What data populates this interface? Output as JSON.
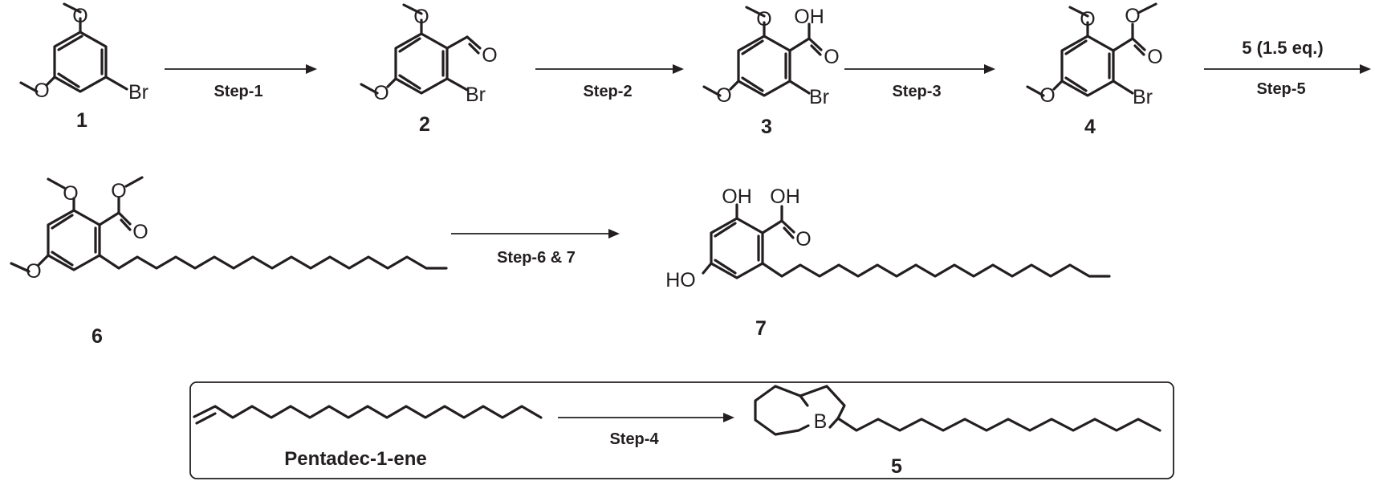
{
  "compounds": [
    {
      "label": "1",
      "atoms": {
        "br": "Br"
      }
    },
    {
      "label": "2",
      "atoms": {
        "br": "Br"
      }
    },
    {
      "label": "3",
      "atoms": {
        "oh": "OH",
        "br": "Br"
      }
    },
    {
      "label": "4",
      "atoms": {
        "br": "Br"
      }
    },
    {
      "label": "5",
      "atoms": {
        "b": "B"
      }
    },
    {
      "label": "6"
    },
    {
      "label": "7",
      "atoms": {
        "oh1": "OH",
        "oh2": "OH",
        "ho": "HO"
      }
    }
  ],
  "arrows": [
    {
      "label": "Step-1"
    },
    {
      "label": "Step-2"
    },
    {
      "label": "Step-3"
    },
    {
      "above": "5 (1.5 eq.)",
      "label": "Step-5"
    },
    {
      "label": "Step-6 & 7"
    },
    {
      "label": "Step-4"
    }
  ],
  "box": {
    "reagent_name": "Pentadec-1-ene"
  },
  "colors": {
    "ink": "#231f20",
    "background": "#ffffff"
  }
}
